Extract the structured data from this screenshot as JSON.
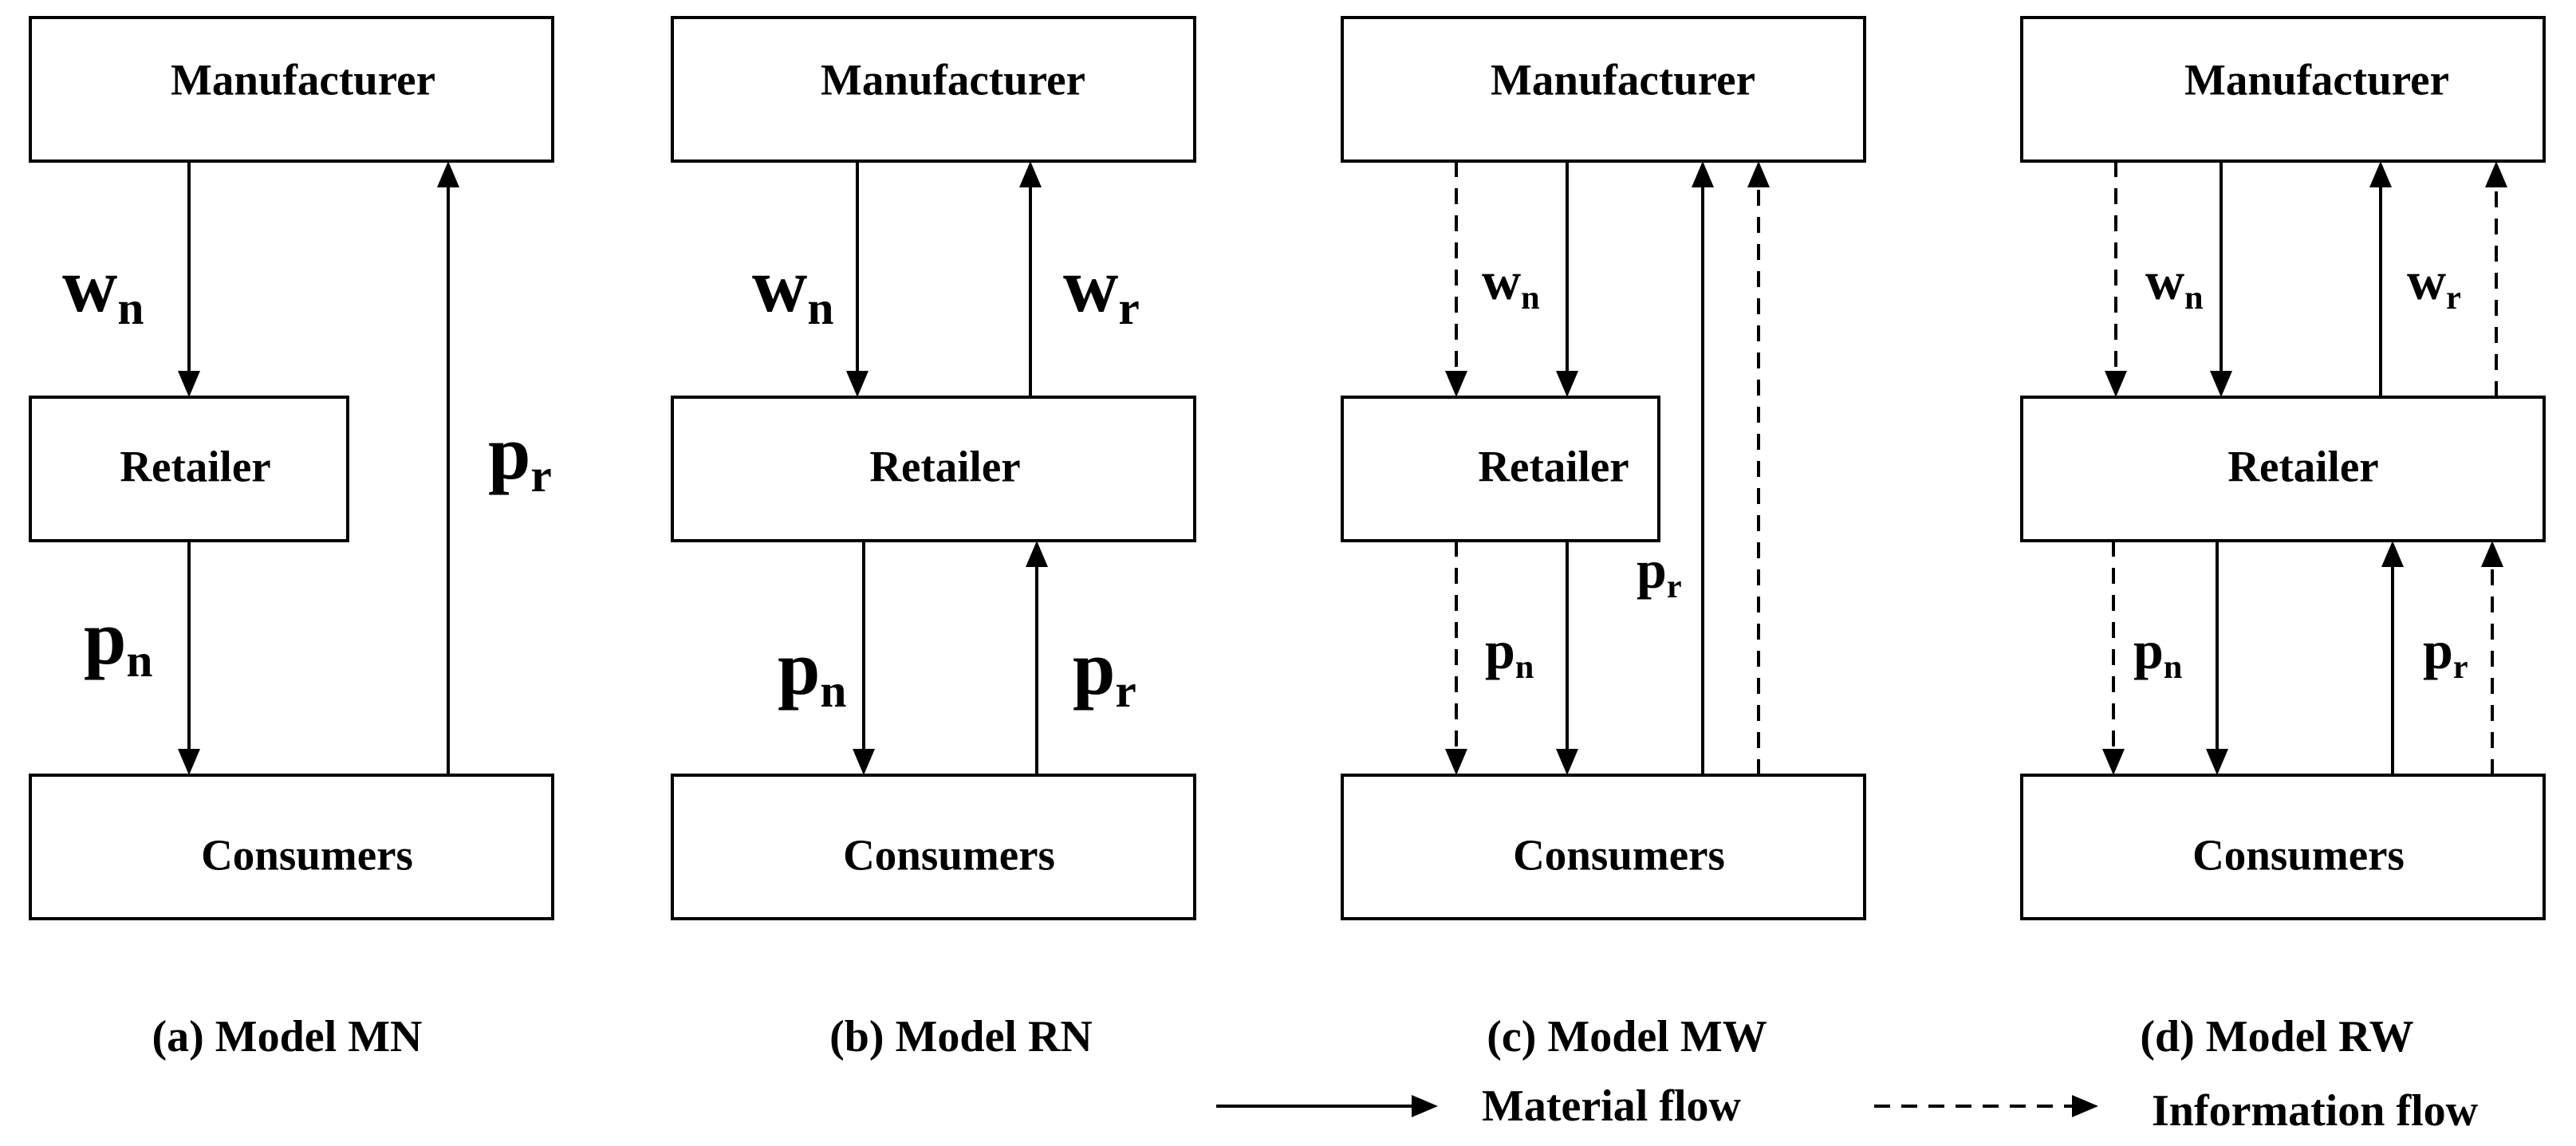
{
  "nodes": {
    "manufacturer": "Manufacturer",
    "retailer": "Retailer",
    "consumers": "Consumers"
  },
  "variables": {
    "w": "w",
    "p": "p",
    "n": "n",
    "r": "r"
  },
  "panels": [
    {
      "id": "a",
      "caption": "(a) Model MN"
    },
    {
      "id": "b",
      "caption": "(b) Model RN"
    },
    {
      "id": "c",
      "caption": "(c) Model MW"
    },
    {
      "id": "d",
      "caption": "(d) Model RW"
    }
  ],
  "legend": {
    "material": "Material flow",
    "information": "Information flow"
  }
}
